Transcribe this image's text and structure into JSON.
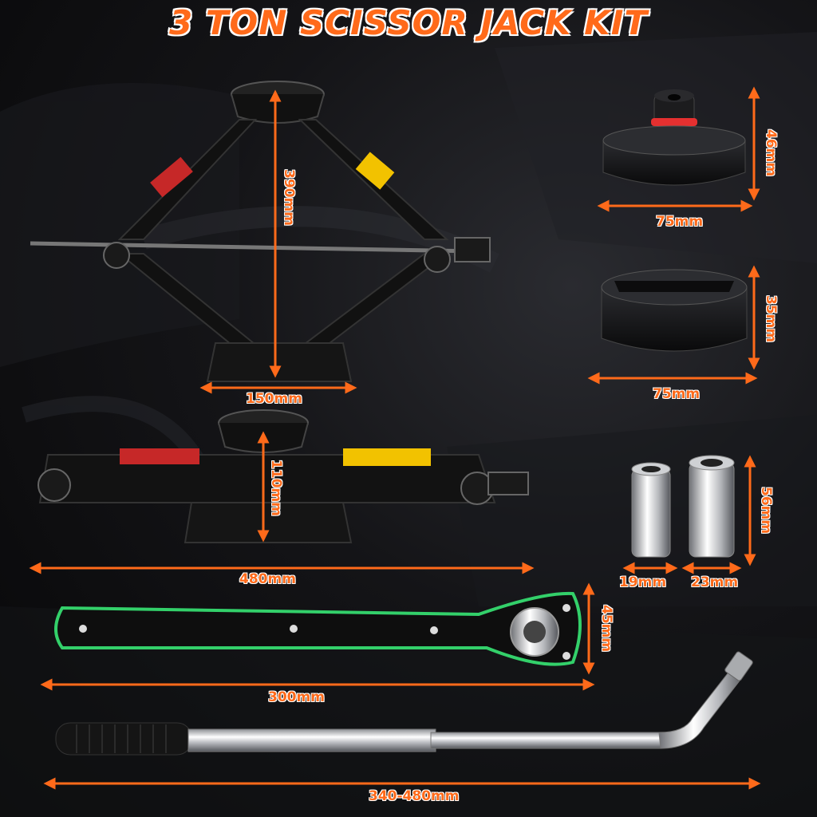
{
  "title": "3 TON SCISSOR JACK KIT",
  "accent_color": "#ff6a1a",
  "dimensions": {
    "jack_height_extended": "390mm",
    "jack_base_width": "150mm",
    "jack_height_folded": "110mm",
    "jack_length_folded": "480mm",
    "pad1_height": "46mm",
    "pad1_diameter": "75mm",
    "pad2_height": "35mm",
    "pad2_diameter": "75mm",
    "socket_height": "56mm",
    "socket_small": "19mm",
    "socket_large": "23mm",
    "ratchet_width": "45mm",
    "ratchet_length": "300mm",
    "lug_wrench_length": "340-480mm"
  },
  "icons": {
    "jack_extended": "scissor-jack-extended",
    "jack_folded": "scissor-jack-folded",
    "pad_slotted_ring": "rubber-jack-pad-icon",
    "pad_slotted": "rubber-jack-pad-icon",
    "sockets": "socket-icon",
    "ratchet": "ratchet-wrench-icon",
    "lug_wrench": "lug-wrench-icon"
  }
}
